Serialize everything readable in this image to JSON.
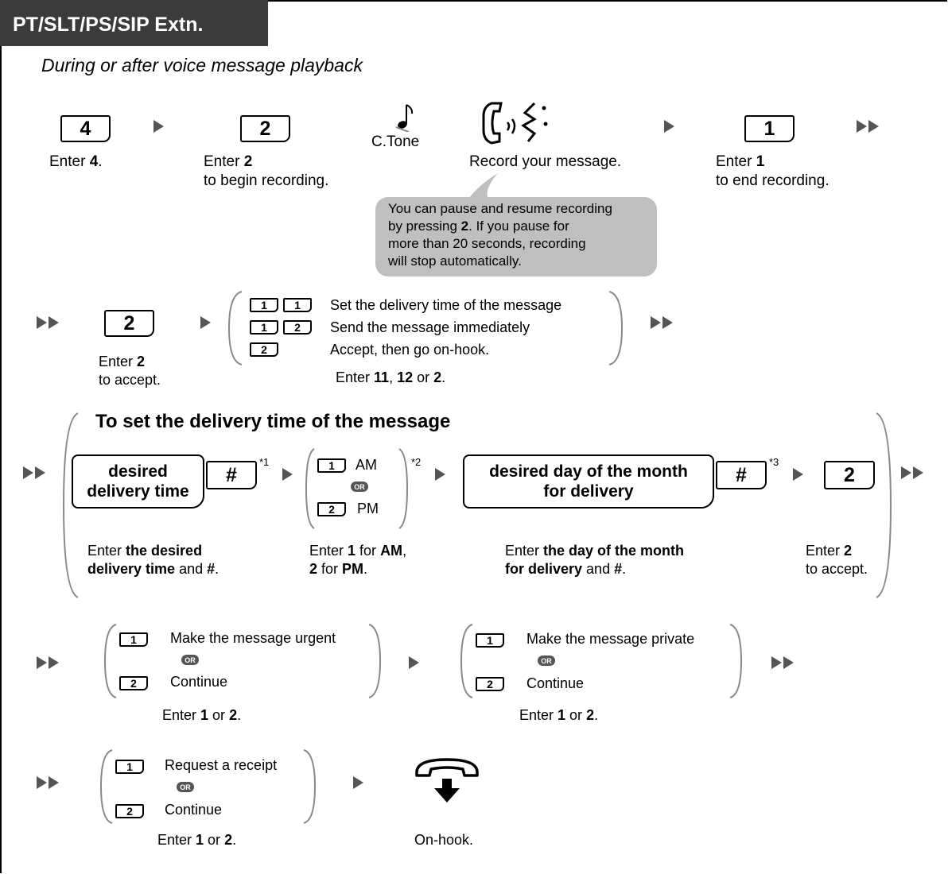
{
  "header": {
    "title": "PT/SLT/PS/SIP Extn."
  },
  "subtitle": "During or after voice message playback",
  "step1": {
    "key": "4",
    "desc_pre": "Enter ",
    "desc_bold": "4",
    "desc_post": "."
  },
  "step2": {
    "key": "2",
    "desc_pre": "Enter ",
    "desc_bold": "2",
    "desc_line2": "to begin recording."
  },
  "ctone": {
    "label": "C.Tone",
    "icon": "music-note-icon"
  },
  "record": {
    "icon": "handset-talking-icon",
    "desc": "Record your message."
  },
  "bubble": {
    "line1": "You can pause and resume recording",
    "line2_pre": "by pressing ",
    "line2_bold": "2",
    "line2_post": ". If you pause for",
    "line3": "more than 20 seconds, recording",
    "line4": "will stop automatically."
  },
  "step3": {
    "key": "1",
    "desc_pre": "Enter ",
    "desc_bold": "1",
    "desc_line2": "to end recording."
  },
  "row2": {
    "key": "2",
    "desc_pre": "Enter ",
    "desc_bold": "2",
    "desc_line2": "to accept.",
    "options": [
      {
        "keys": [
          "1",
          "1"
        ],
        "label": "Set the delivery time of the message"
      },
      {
        "keys": [
          "1",
          "2"
        ],
        "label": "Send the message immediately"
      },
      {
        "keys": [
          "2"
        ],
        "label": "Accept, then go on-hook."
      }
    ],
    "enter_pre": "Enter ",
    "enter_b1": "11",
    "enter_m1": ", ",
    "enter_b2": "12",
    "enter_m2": " or ",
    "enter_b3": "2",
    "enter_post": "."
  },
  "delivery": {
    "title": "To set the delivery time of the message",
    "time_box_line1": "desired",
    "time_box_line2": "delivery time",
    "hash": "#",
    "note1": "*1",
    "note2": "*2",
    "note3": "*3",
    "am_key": "1",
    "am_label": "AM",
    "pm_key": "2",
    "pm_label": "PM",
    "or": "OR",
    "day_box_line1": "desired day of the month",
    "day_box_line2": "for delivery",
    "accept_key": "2",
    "desc1_pre": "Enter ",
    "desc1_bold1": "the desired",
    "desc1_bold2": "delivery time",
    "desc1_mid": " and ",
    "desc1_bold3": "#",
    "desc1_post": ".",
    "desc2_pre": "Enter ",
    "desc2_b1": "1",
    "desc2_m1": " for ",
    "desc2_b2": "AM",
    "desc2_m2": ",",
    "desc2_b3": "2",
    "desc2_m3": " for ",
    "desc2_b4": "PM",
    "desc2_post": ".",
    "desc3_pre": "Enter ",
    "desc3_bold1": "the day of the month",
    "desc3_bold2": "for delivery",
    "desc3_mid": " and ",
    "desc3_bold3": "#",
    "desc3_post": ".",
    "desc4_pre": "Enter ",
    "desc4_bold": "2",
    "desc4_line2": "to accept."
  },
  "urgent": {
    "key1": "1",
    "label1": "Make the message urgent",
    "or": "OR",
    "key2": "2",
    "label2": "Continue",
    "desc_pre": "Enter ",
    "desc_b1": "1",
    "desc_mid": " or ",
    "desc_b2": "2",
    "desc_post": "."
  },
  "private": {
    "key1": "1",
    "label1": "Make the message private",
    "or": "OR",
    "key2": "2",
    "label2": "Continue",
    "desc_pre": "Enter ",
    "desc_b1": "1",
    "desc_mid": " or ",
    "desc_b2": "2",
    "desc_post": "."
  },
  "receipt": {
    "key1": "1",
    "label1": "Request a receipt",
    "or": "OR",
    "key2": "2",
    "label2": "Continue",
    "desc_pre": "Enter ",
    "desc_b1": "1",
    "desc_mid": " or ",
    "desc_b2": "2",
    "desc_post": "."
  },
  "onhook": {
    "icon": "on-hook-icon",
    "desc": "On-hook."
  }
}
